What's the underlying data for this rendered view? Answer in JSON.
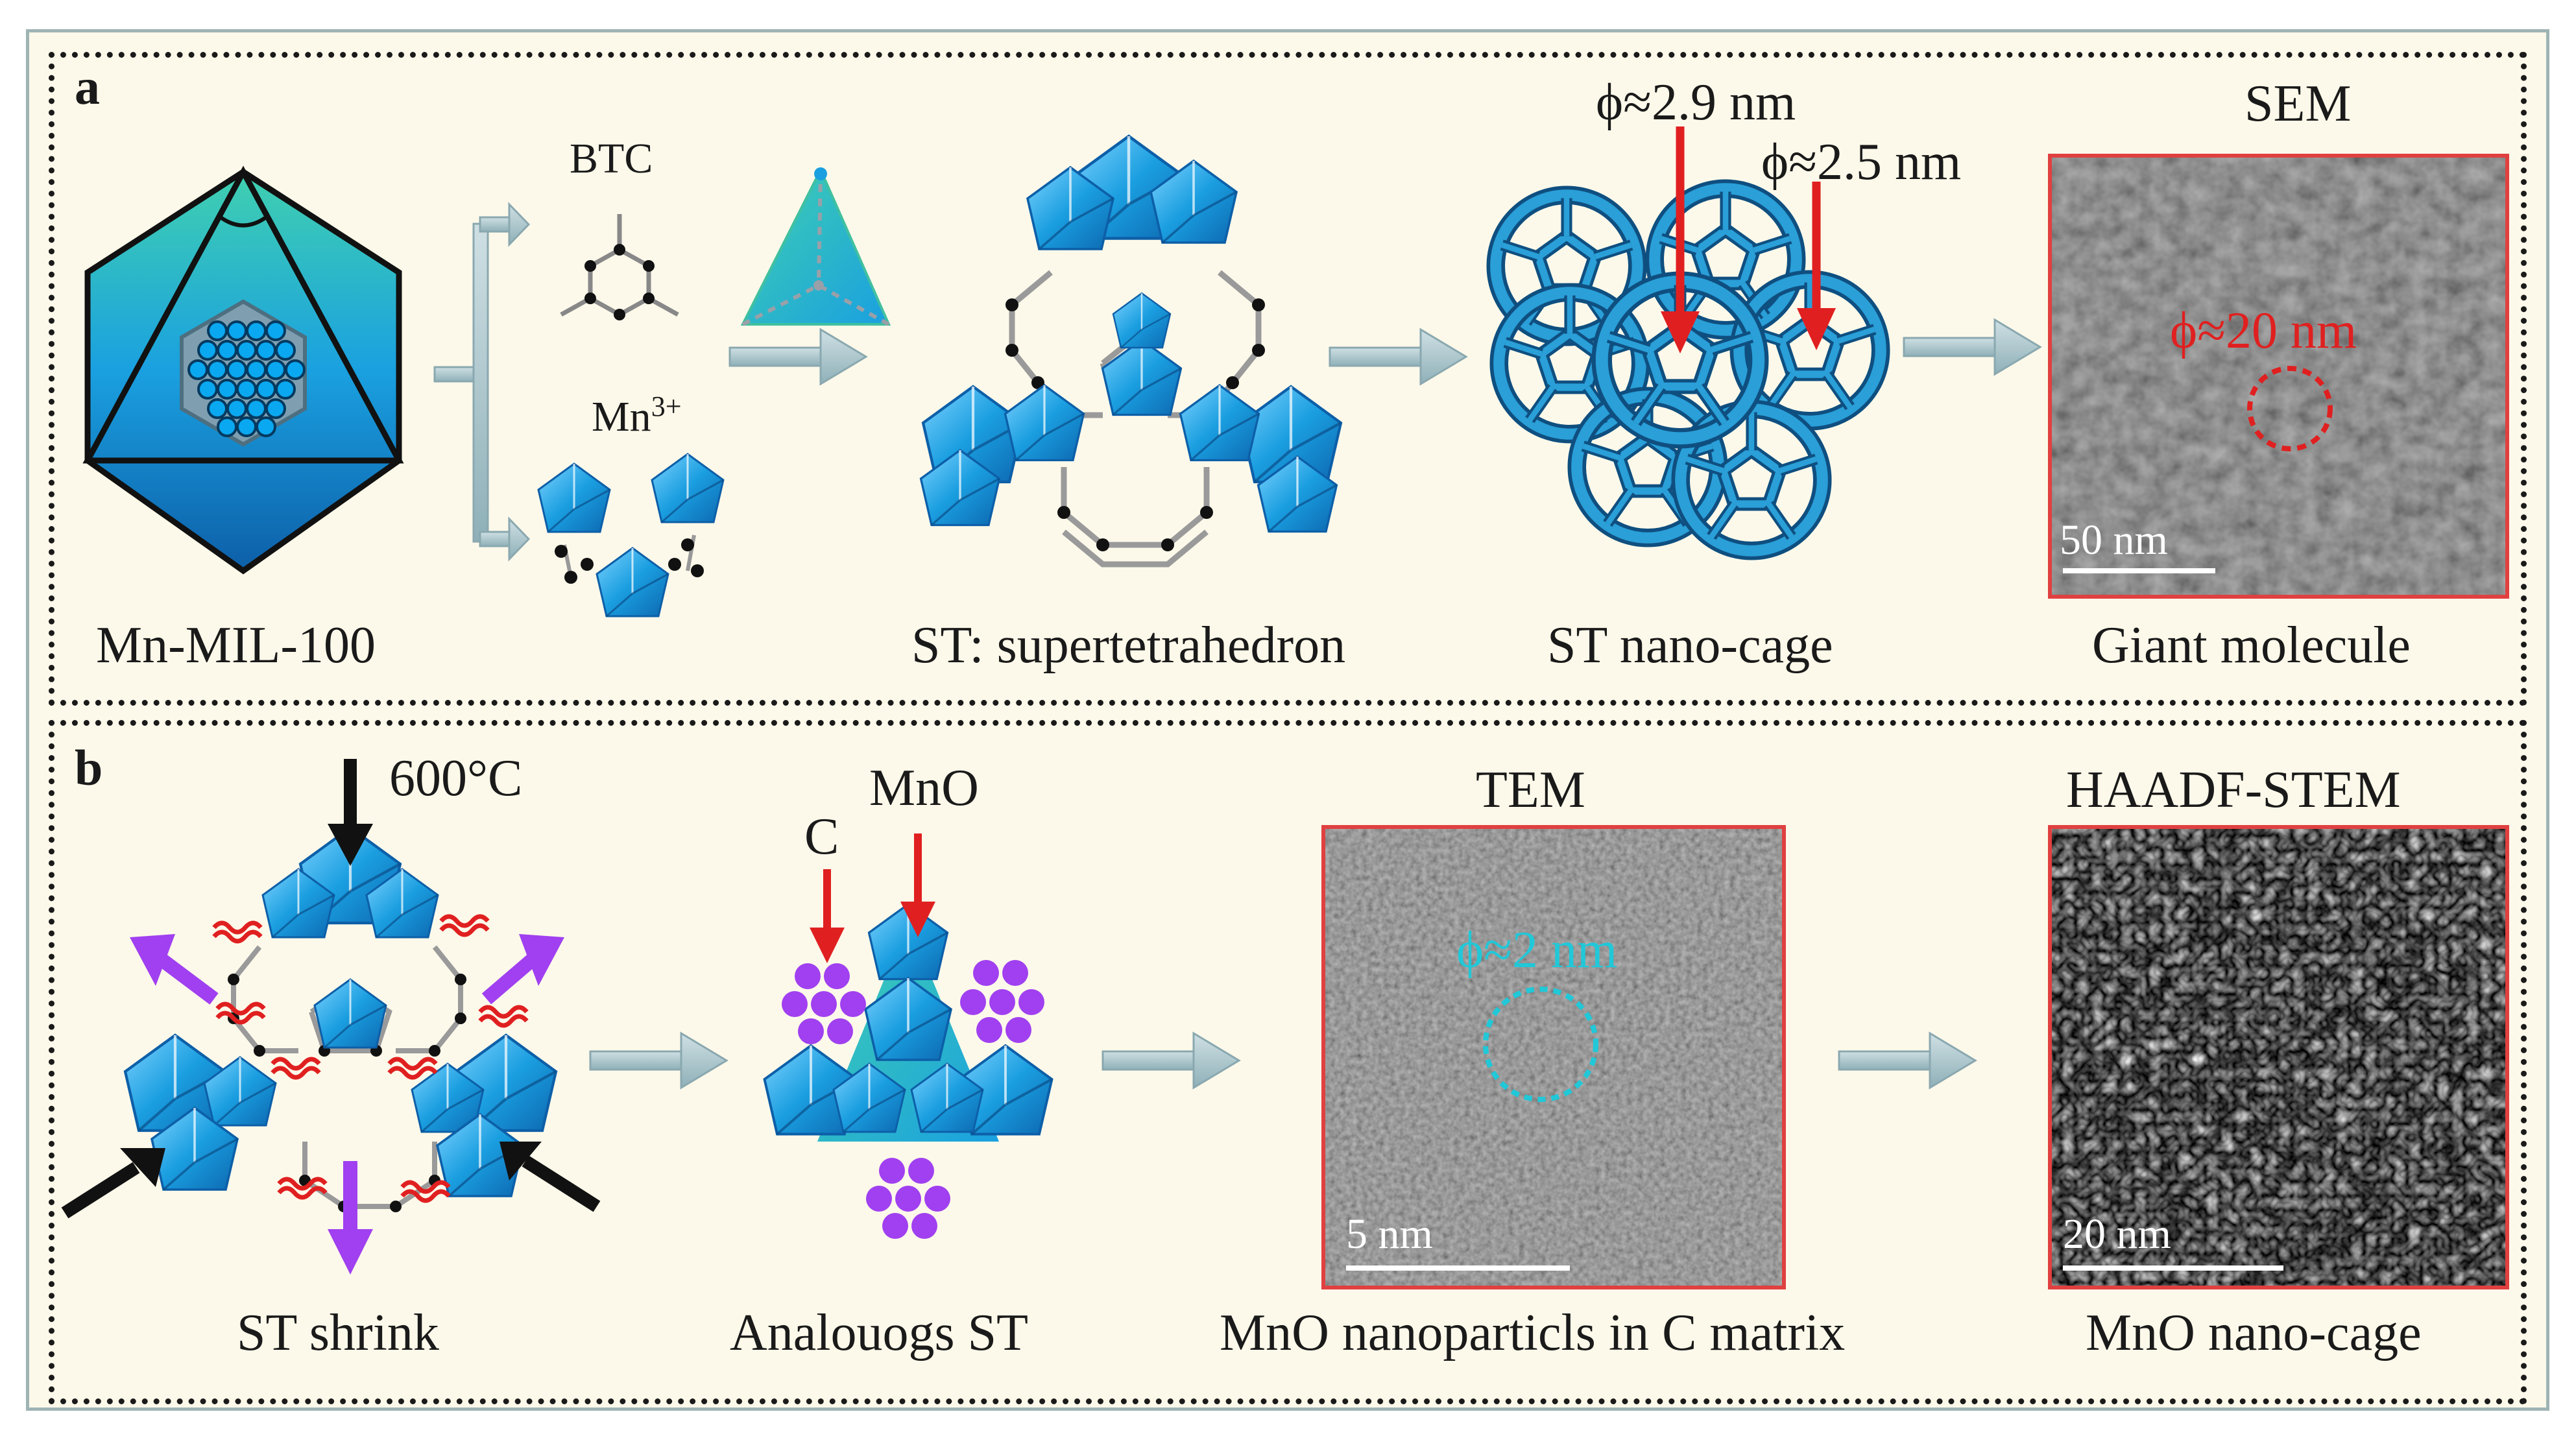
{
  "panel_a": {
    "letter": "a",
    "mil100_label": "Mn-MIL-100",
    "btc_label": "BTC",
    "mn_label": "Mn",
    "mn_charge": "3+",
    "st_label": "ST: supertetrahedron",
    "nanocage_label": "ST nano-cage",
    "phi_large": "ϕ≈2.9 nm",
    "phi_small": "ϕ≈2.5 nm",
    "sem_title": "SEM",
    "sem_phi": "ϕ≈20 nm",
    "sem_scale": "50 nm",
    "giant_label": "Giant molecule"
  },
  "panel_b": {
    "letter": "b",
    "temp_label": "600",
    "temp_unit": "°C",
    "shrink_label": "ST shrink",
    "mno_label": "MnO",
    "c_label": "C",
    "analog_label": "Analouogs ST",
    "tem_title": "TEM",
    "tem_phi": "ϕ≈2 nm",
    "tem_scale": "5 nm",
    "tem_caption": "MnO nanoparticls in C matrix",
    "haadf_title": "HAADF-STEM",
    "haadf_scale": "20 nm",
    "haadf_caption": "MnO nano-cage"
  },
  "colors": {
    "background": "#fdf9ea",
    "blue": "#1aa0e0",
    "teal": "#40d0b0",
    "arrow_gray": "#a8c4cc",
    "red": "#e02020",
    "purple": "#a040f0",
    "cyan": "#20c8d8"
  }
}
